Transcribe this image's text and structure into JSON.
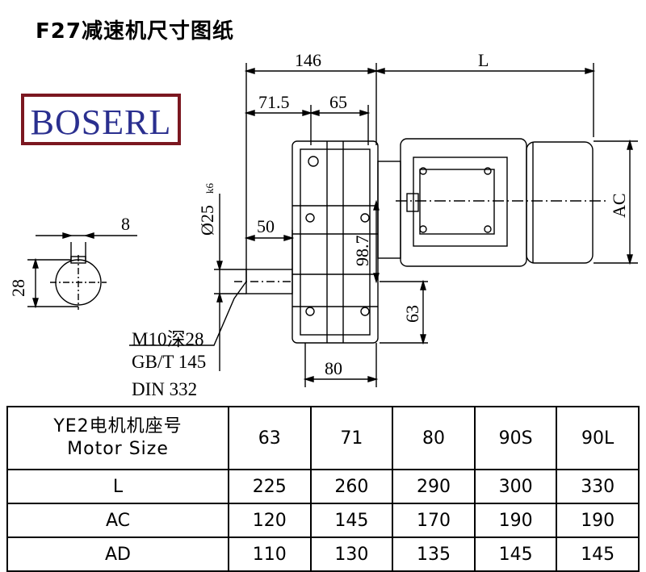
{
  "title": "F27减速机尺寸图纸",
  "brand": "BOSERL",
  "dims": {
    "d146": "146",
    "dL": "L",
    "d71_5": "71.5",
    "d65": "65",
    "dAC": "AC",
    "d8": "8",
    "d28": "28",
    "d25": "Ø25",
    "d25_tol": "k6",
    "d50": "50",
    "d98_7": "98.7",
    "d63": "63",
    "d80": "80"
  },
  "notes": [
    "M10深28",
    "GB/T 145",
    "DIN 332"
  ],
  "table": {
    "header_line1": "YE2电机机座号",
    "header_line2": "Motor Size",
    "columns": [
      "63",
      "71",
      "80",
      "90S",
      "90L"
    ],
    "rows": [
      {
        "label": "L",
        "values": [
          "225",
          "260",
          "290",
          "300",
          "330"
        ]
      },
      {
        "label": "AC",
        "values": [
          "120",
          "145",
          "170",
          "190",
          "190"
        ]
      },
      {
        "label": "AD",
        "values": [
          "110",
          "130",
          "135",
          "145",
          "145"
        ]
      }
    ]
  }
}
